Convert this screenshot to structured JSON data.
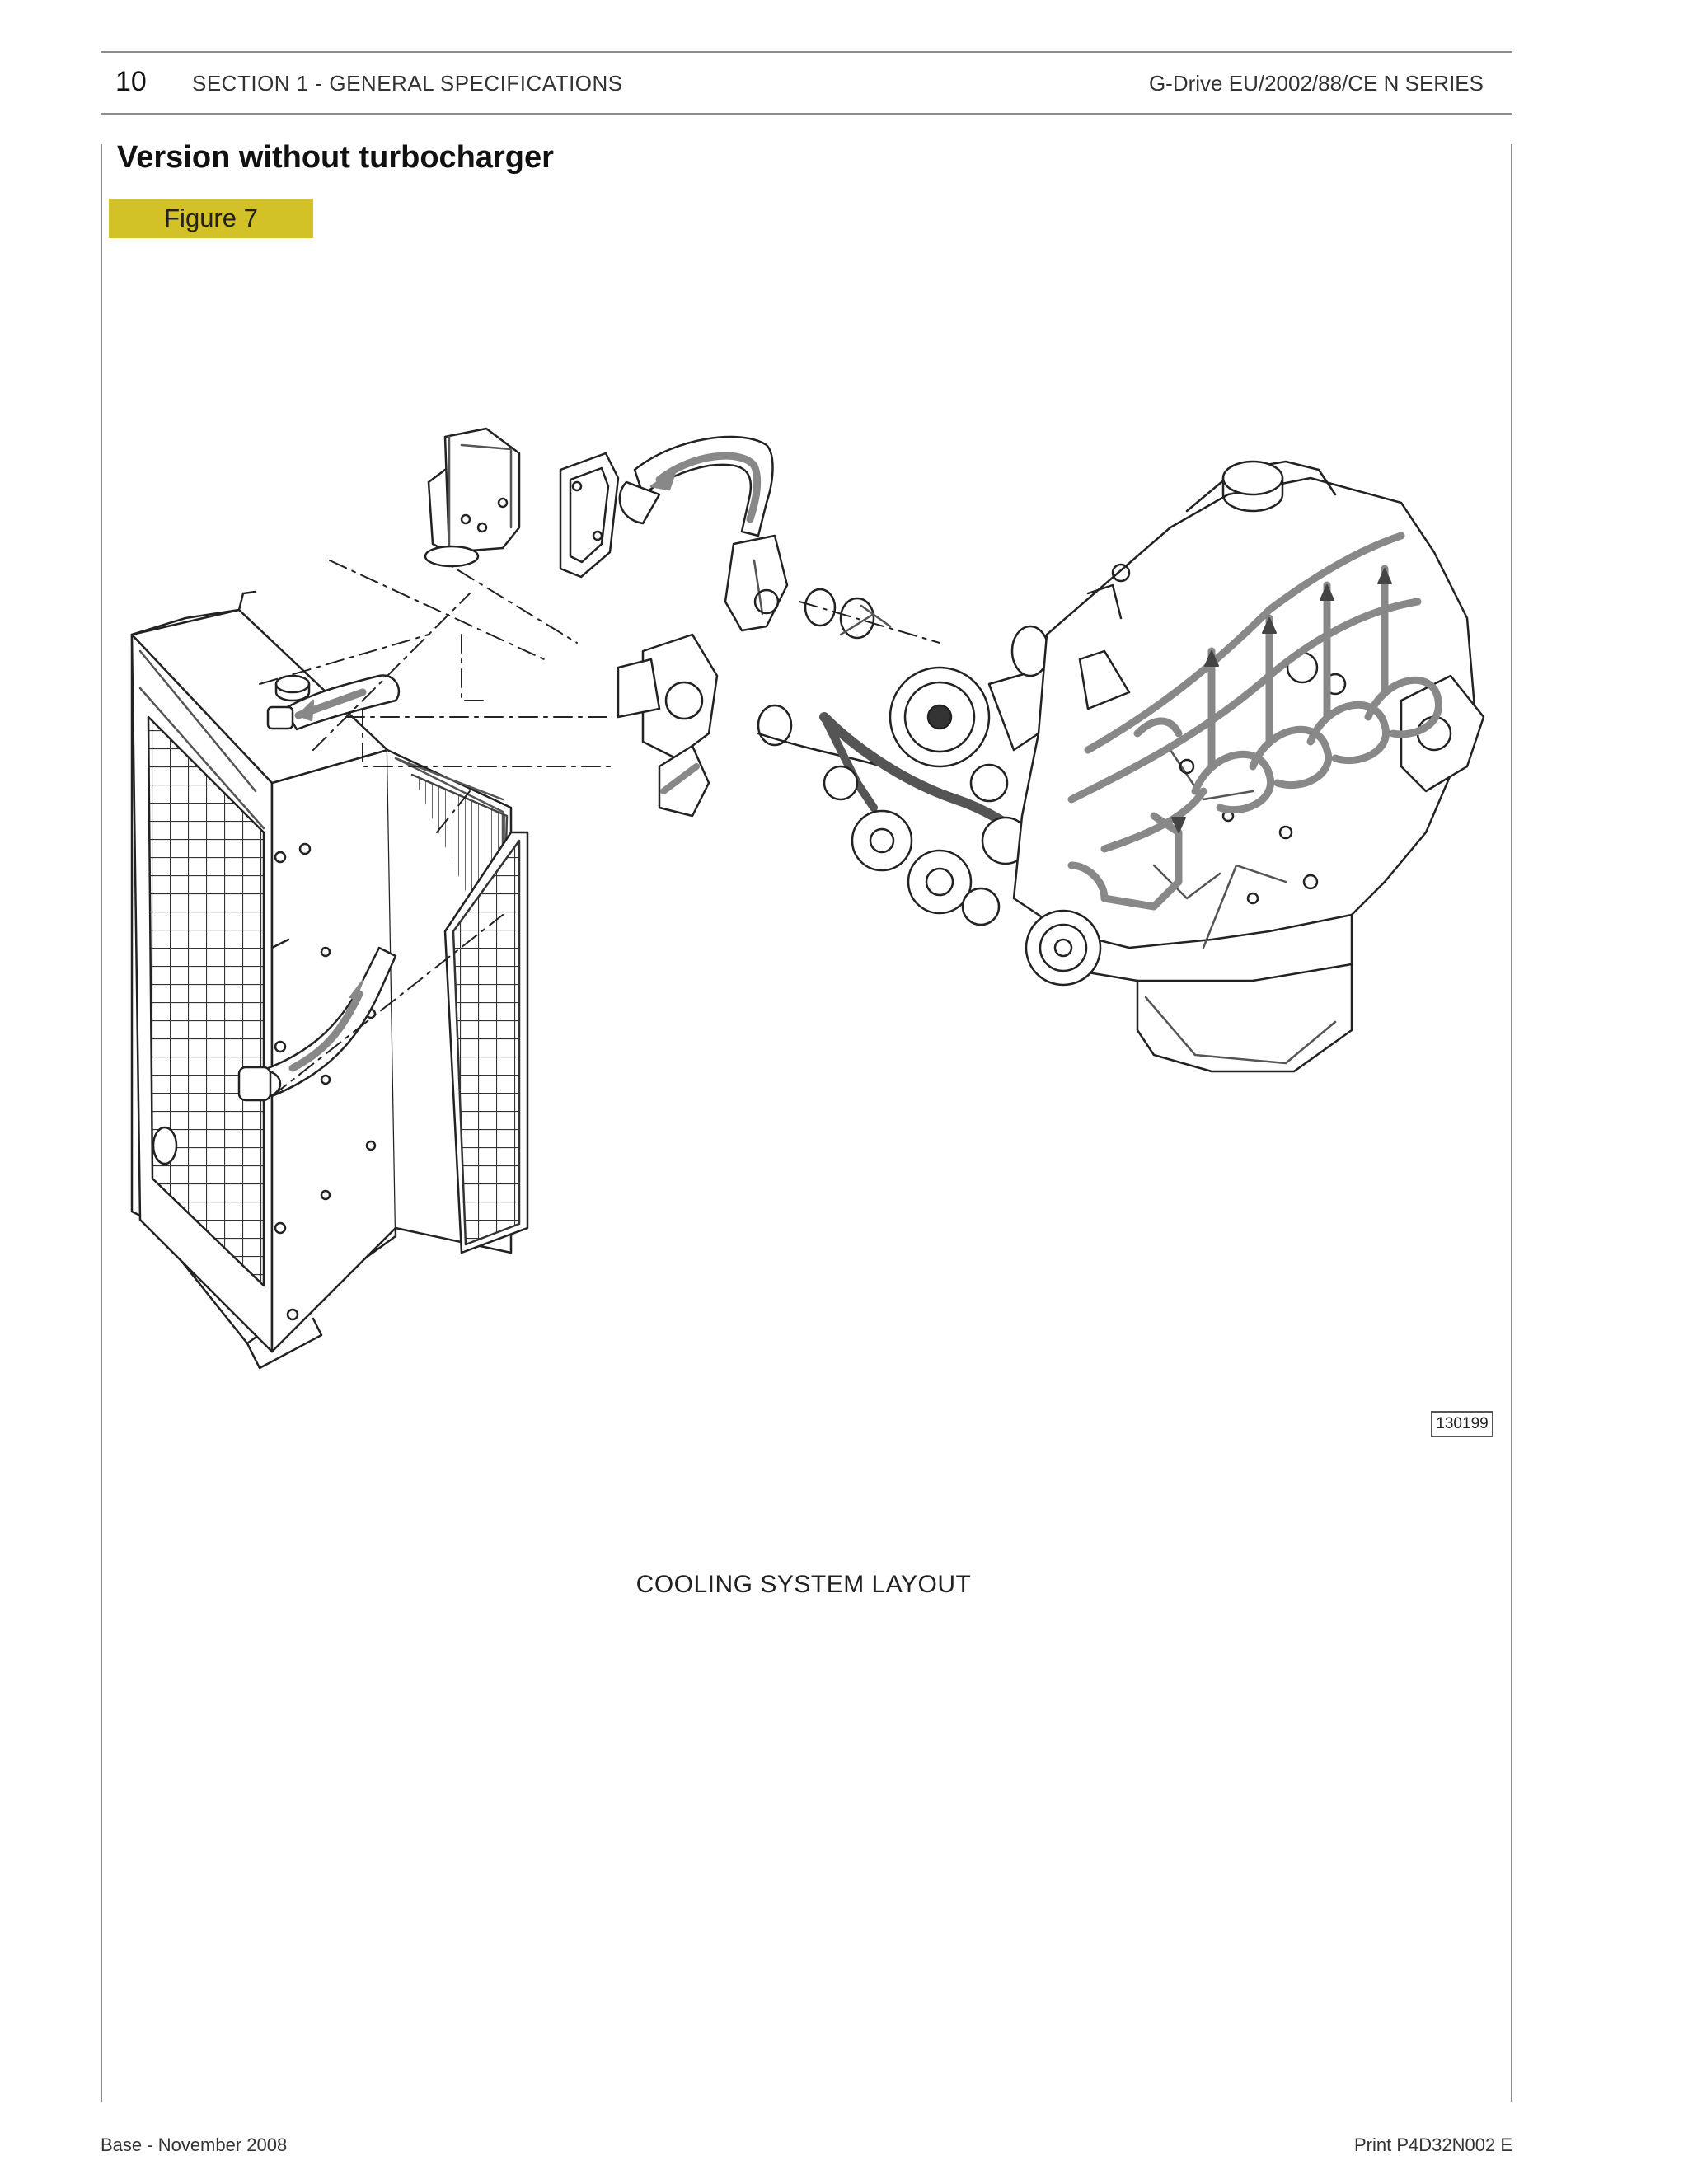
{
  "header": {
    "page_number": "10",
    "section_title": "SECTION 1 - GENERAL SPECIFICATIONS",
    "series_title": "G-Drive EU/2002/88/CE N SERIES"
  },
  "content": {
    "heading": "Version without turbocharger",
    "figure_label": "Figure 7",
    "figure_tag_color": "#d2c228",
    "drawing_id": "130199",
    "caption": "COOLING SYSTEM LAYOUT"
  },
  "footer": {
    "left": "Base - November 2008",
    "right": "Print P4D32N002 E"
  }
}
